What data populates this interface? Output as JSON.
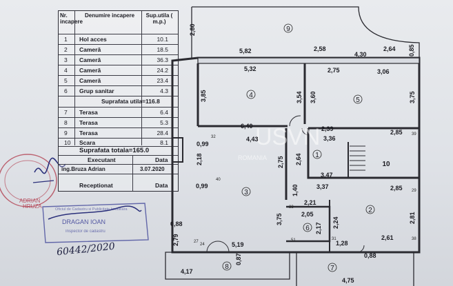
{
  "table": {
    "headers": {
      "nr": "Nr. incapere",
      "name": "Denumire incapere",
      "area": "Sup.utila ( m.p.)"
    },
    "rooms": [
      {
        "nr": "1",
        "name": "Hol acces",
        "area": "10.1"
      },
      {
        "nr": "2",
        "name": "Cameră",
        "area": "18.5"
      },
      {
        "nr": "3",
        "name": "Cameră",
        "area": "36.3"
      },
      {
        "nr": "4",
        "name": "Cameră",
        "area": "24.2"
      },
      {
        "nr": "5",
        "name": "Cameră",
        "area": "23.4"
      },
      {
        "nr": "6",
        "name": "Grup sanitar",
        "area": "4.3"
      }
    ],
    "useful_total": "Suprafata utila=116.8",
    "terraces": [
      {
        "nr": "7",
        "name": "Terasa",
        "area": "6.4"
      },
      {
        "nr": "8",
        "name": "Terasa",
        "area": "5.3"
      },
      {
        "nr": "9",
        "name": "Terasa",
        "area": "28.4"
      },
      {
        "nr": "10",
        "name": "Scara",
        "area": "8.1"
      }
    ],
    "grand_total": "Suprafata totala=165.0",
    "executant_label": "Executant",
    "date_label": "Data",
    "executant_name": "ing.Bruza Adrian",
    "executant_date": "3.07.2020",
    "receptionat_label": "Receptionat",
    "receptionat_date": "Data"
  },
  "stamps": {
    "stamp1": [
      "ADRIAN",
      "HRUZA"
    ],
    "stamp2": [
      "Oficiul de Cadastru si Publicitate Imobiliara",
      "DRAGAN IOAN",
      "Inspector de cadastru"
    ],
    "handwritten": "60442/2020"
  },
  "watermark": {
    "line1": "USVN",
    "line2": "ROMANIA"
  },
  "plan": {
    "room_numbers": [
      "1",
      "2",
      "3",
      "4",
      "5",
      "6",
      "7",
      "8",
      "9",
      "10"
    ],
    "dims": {
      "d280": "2,80",
      "d582": "5,82",
      "d258": "2,58",
      "d430": "4,30",
      "d264": "2,64",
      "d085": "0,85",
      "d532": "5,32",
      "d275a": "2,75",
      "d306": "3,06",
      "d385": "3,85",
      "d354": "3,54",
      "d360": "3,60",
      "d375": "3,75",
      "d640": "6,40",
      "d239": "2,39",
      "d285a": "2,85",
      "d336": "3,36",
      "d099a": "0,99",
      "d443": "4,43",
      "d275b": "2,75",
      "d264b": "2,64",
      "d218": "2,18",
      "d347": "3,47",
      "d337": "3,37",
      "d099b": "0,99",
      "d285b": "2,85",
      "d140": "1,40",
      "d221": "2,21",
      "d205": "2,05",
      "d375b": "3,75",
      "d217": "2,17",
      "d224": "2,24",
      "d281": "2,81",
      "d088a": "0,88",
      "d279": "2,79",
      "d519": "5,19",
      "d128": "1,28",
      "d261": "2,61",
      "d088b": "0,88",
      "d417": "4,17",
      "d087": "0,87",
      "d475": "4,75"
    },
    "small": [
      "40",
      "32",
      "24",
      "27",
      "51",
      "31",
      "33",
      "29",
      "39",
      "38"
    ]
  }
}
